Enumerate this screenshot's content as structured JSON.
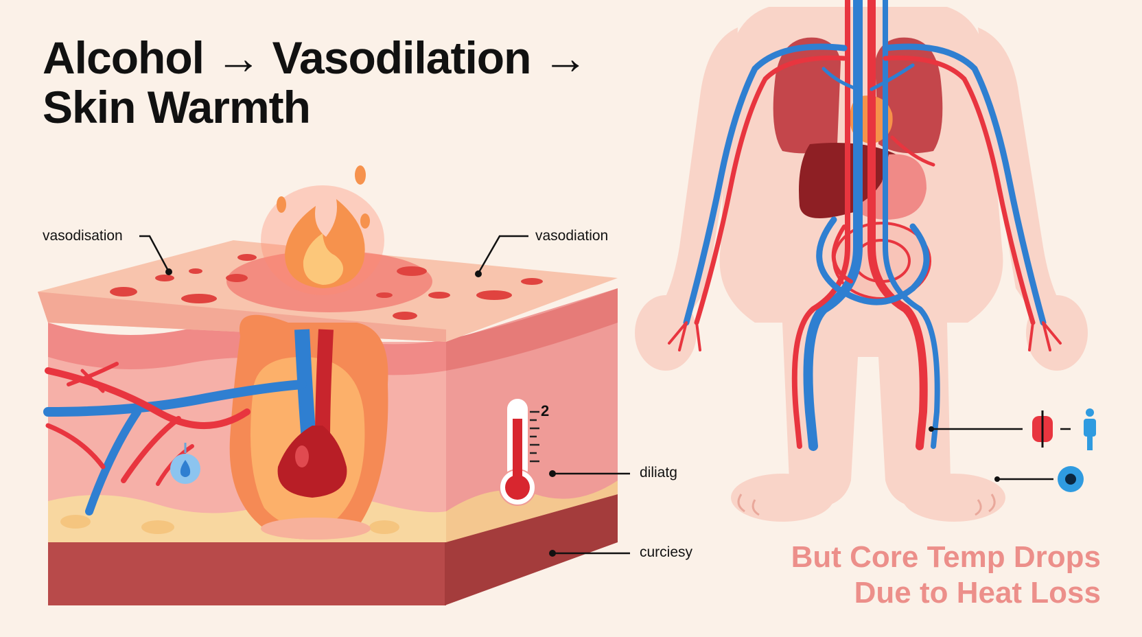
{
  "title": {
    "line1": "Alcohol → Vasodilation →",
    "line2": "Skin Warmth"
  },
  "labels": {
    "vasodisation": "vasodisation",
    "vasodiation": "vasodiation",
    "dilatg": "diliatg",
    "curciesy": "curciesy",
    "thermometer_mark": "2"
  },
  "subtitle": {
    "line1": "But Core Temp Drops",
    "line2": "Due to Heat Loss"
  },
  "colors": {
    "background": "#fbf1e8",
    "artery": "#e8353f",
    "vein": "#2f7fd1",
    "skin": "#f7b4a8",
    "subtitle": "#ec8f8a"
  },
  "icons": [
    "fire-icon",
    "thermometer-icon",
    "water-drop-icon",
    "circle-icon",
    "person-icon"
  ]
}
